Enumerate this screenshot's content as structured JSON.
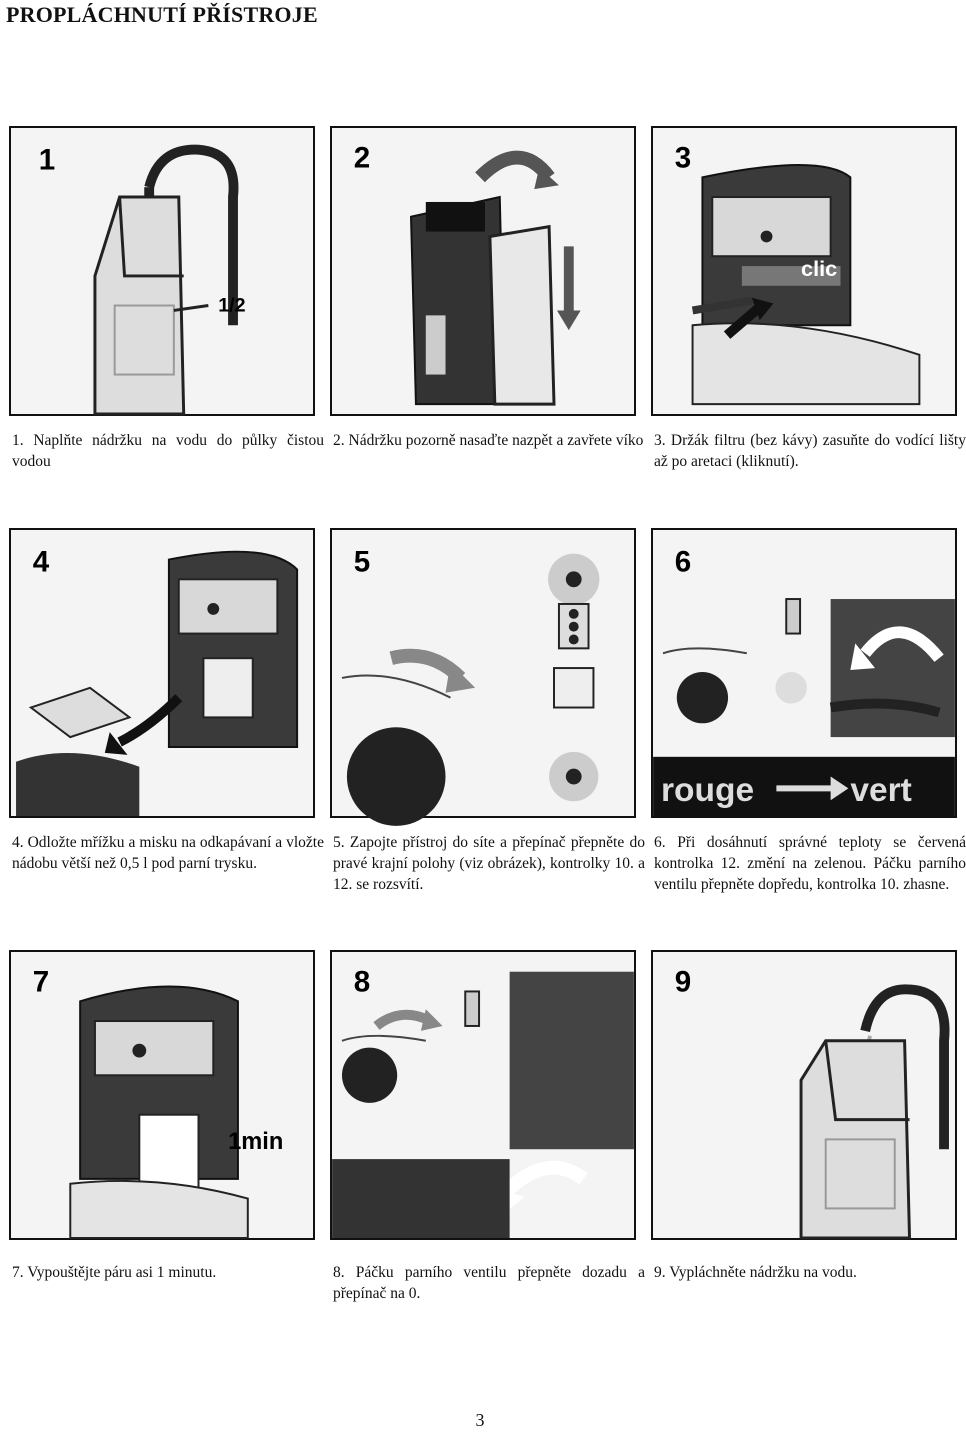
{
  "header": {
    "title": "PROPLÁCHNUTÍ PŘÍSTROJE"
  },
  "steps": [
    {
      "num": "1",
      "caption": "1.  Naplňte nádržku na vodu do půlky čistou vodou",
      "labels": [
        "1/2"
      ]
    },
    {
      "num": "2",
      "caption": "2.  Nádržku pozorně nasaďte nazpět a zavřete víko",
      "labels": []
    },
    {
      "num": "3",
      "caption": "3.  Držák filtru (bez kávy) zasuňte do vodící lišty až po aretaci (kliknutí).",
      "labels": [
        "clic"
      ]
    },
    {
      "num": "4",
      "caption": "4.  Odložte mřížku a misku na odkapávaní a vložte nádobu větší než 0,5 l pod parní trysku.",
      "labels": []
    },
    {
      "num": "5",
      "caption": "5.  Zapojte přístroj do síte a přepínač přepněte do pravé krajní polohy (viz obrázek), kontrolky 10. a 12. se rozsvítí.",
      "labels": []
    },
    {
      "num": "6",
      "caption": "6.  Při dosáhnutí správné teploty se červená kontrolka 12. změní na zelenou. Páčku parního ventilu přepněte dopředu, kontrolka 10. zhasne.",
      "labels": [
        "rouge",
        "vert"
      ]
    },
    {
      "num": "7",
      "caption": "7.  Vypouštějte páru asi 1 minutu.",
      "labels": [
        "1min"
      ]
    },
    {
      "num": "8",
      "caption": "8.  Páčku parního ventilu přepněte dozadu a přepínač na 0.",
      "labels": []
    },
    {
      "num": "9",
      "caption": "9.  Vypláchněte nádržku na vodu.",
      "labels": []
    }
  ],
  "footer": {
    "page_number": "3"
  }
}
